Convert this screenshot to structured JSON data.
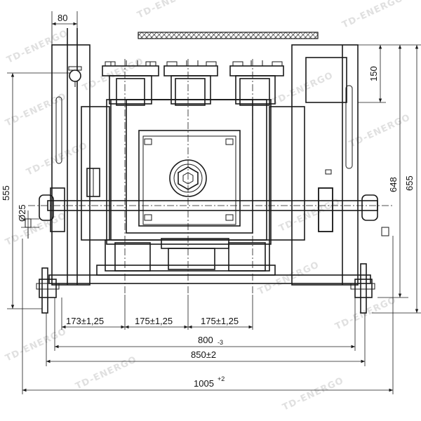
{
  "watermark": {
    "text": "TD-ENERGO",
    "color": "#c8c8c8"
  },
  "dimensions": {
    "top_80": "80",
    "height_150": "150",
    "height_555": "555",
    "dia_25": "Ø25",
    "height_648": "648",
    "height_655": "655",
    "pitch_173": "173±1,25",
    "pitch_175_a": "175±1,25",
    "pitch_175_b": "175±1,25",
    "width_800": "800",
    "width_800_tol": "-3",
    "width_850": "850±2",
    "width_1005": "1005",
    "width_1005_tol": "+2"
  },
  "colors": {
    "line": "#1a1a1a",
    "background": "#ffffff"
  }
}
